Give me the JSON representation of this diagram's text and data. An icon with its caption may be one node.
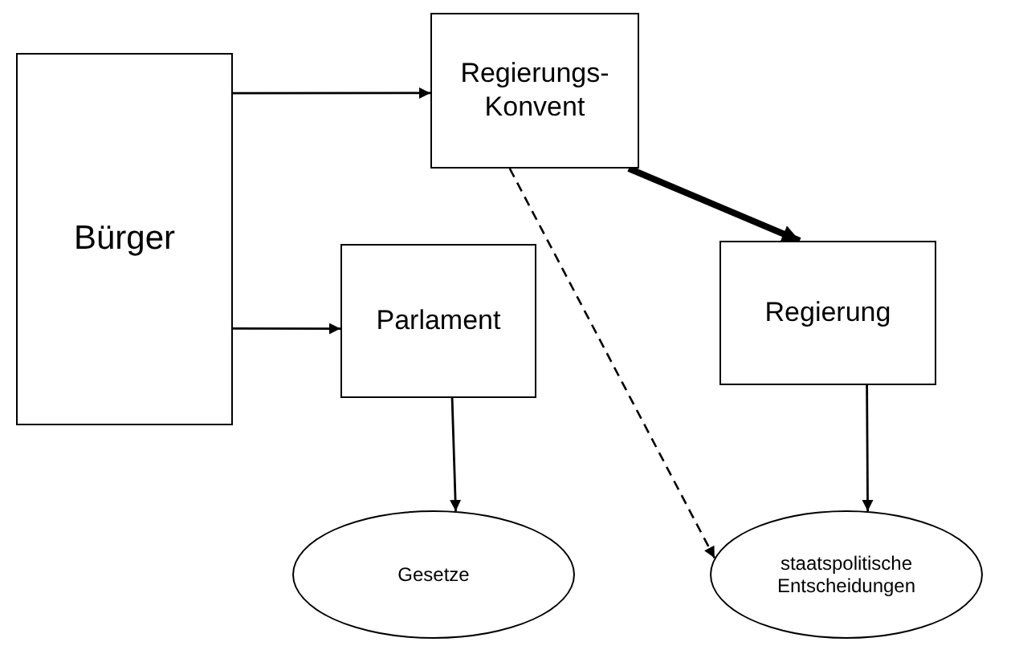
{
  "diagram": {
    "nodes": [
      {
        "text": [
          "Bürger"
        ]
      },
      {
        "text": [
          "Regierungs- Konvent"
        ]
      },
      {
        "text": [
          "Parlament"
        ]
      },
      {
        "text": [
          "Regierung"
        ]
      },
      {
        "text": [
          "Gesetze"
        ]
      },
      {
        "text": [
          "staatspolitische Entscheidungen"
        ]
      }
    ],
    "edges": [
      {
        "from": 0,
        "to": 1,
        "arrow": "to"
      },
      {
        "from": 0,
        "to": 2,
        "arrow": "to"
      },
      {
        "from": 1,
        "to": 3,
        "arrow": "to",
        "style": "thick"
      },
      {
        "from": 1,
        "to": 5,
        "arrow": "to",
        "style": "dashed"
      },
      {
        "from": 2,
        "to": 4,
        "arrow": "to"
      },
      {
        "from": 3,
        "to": 5,
        "arrow": "to"
      }
    ]
  }
}
